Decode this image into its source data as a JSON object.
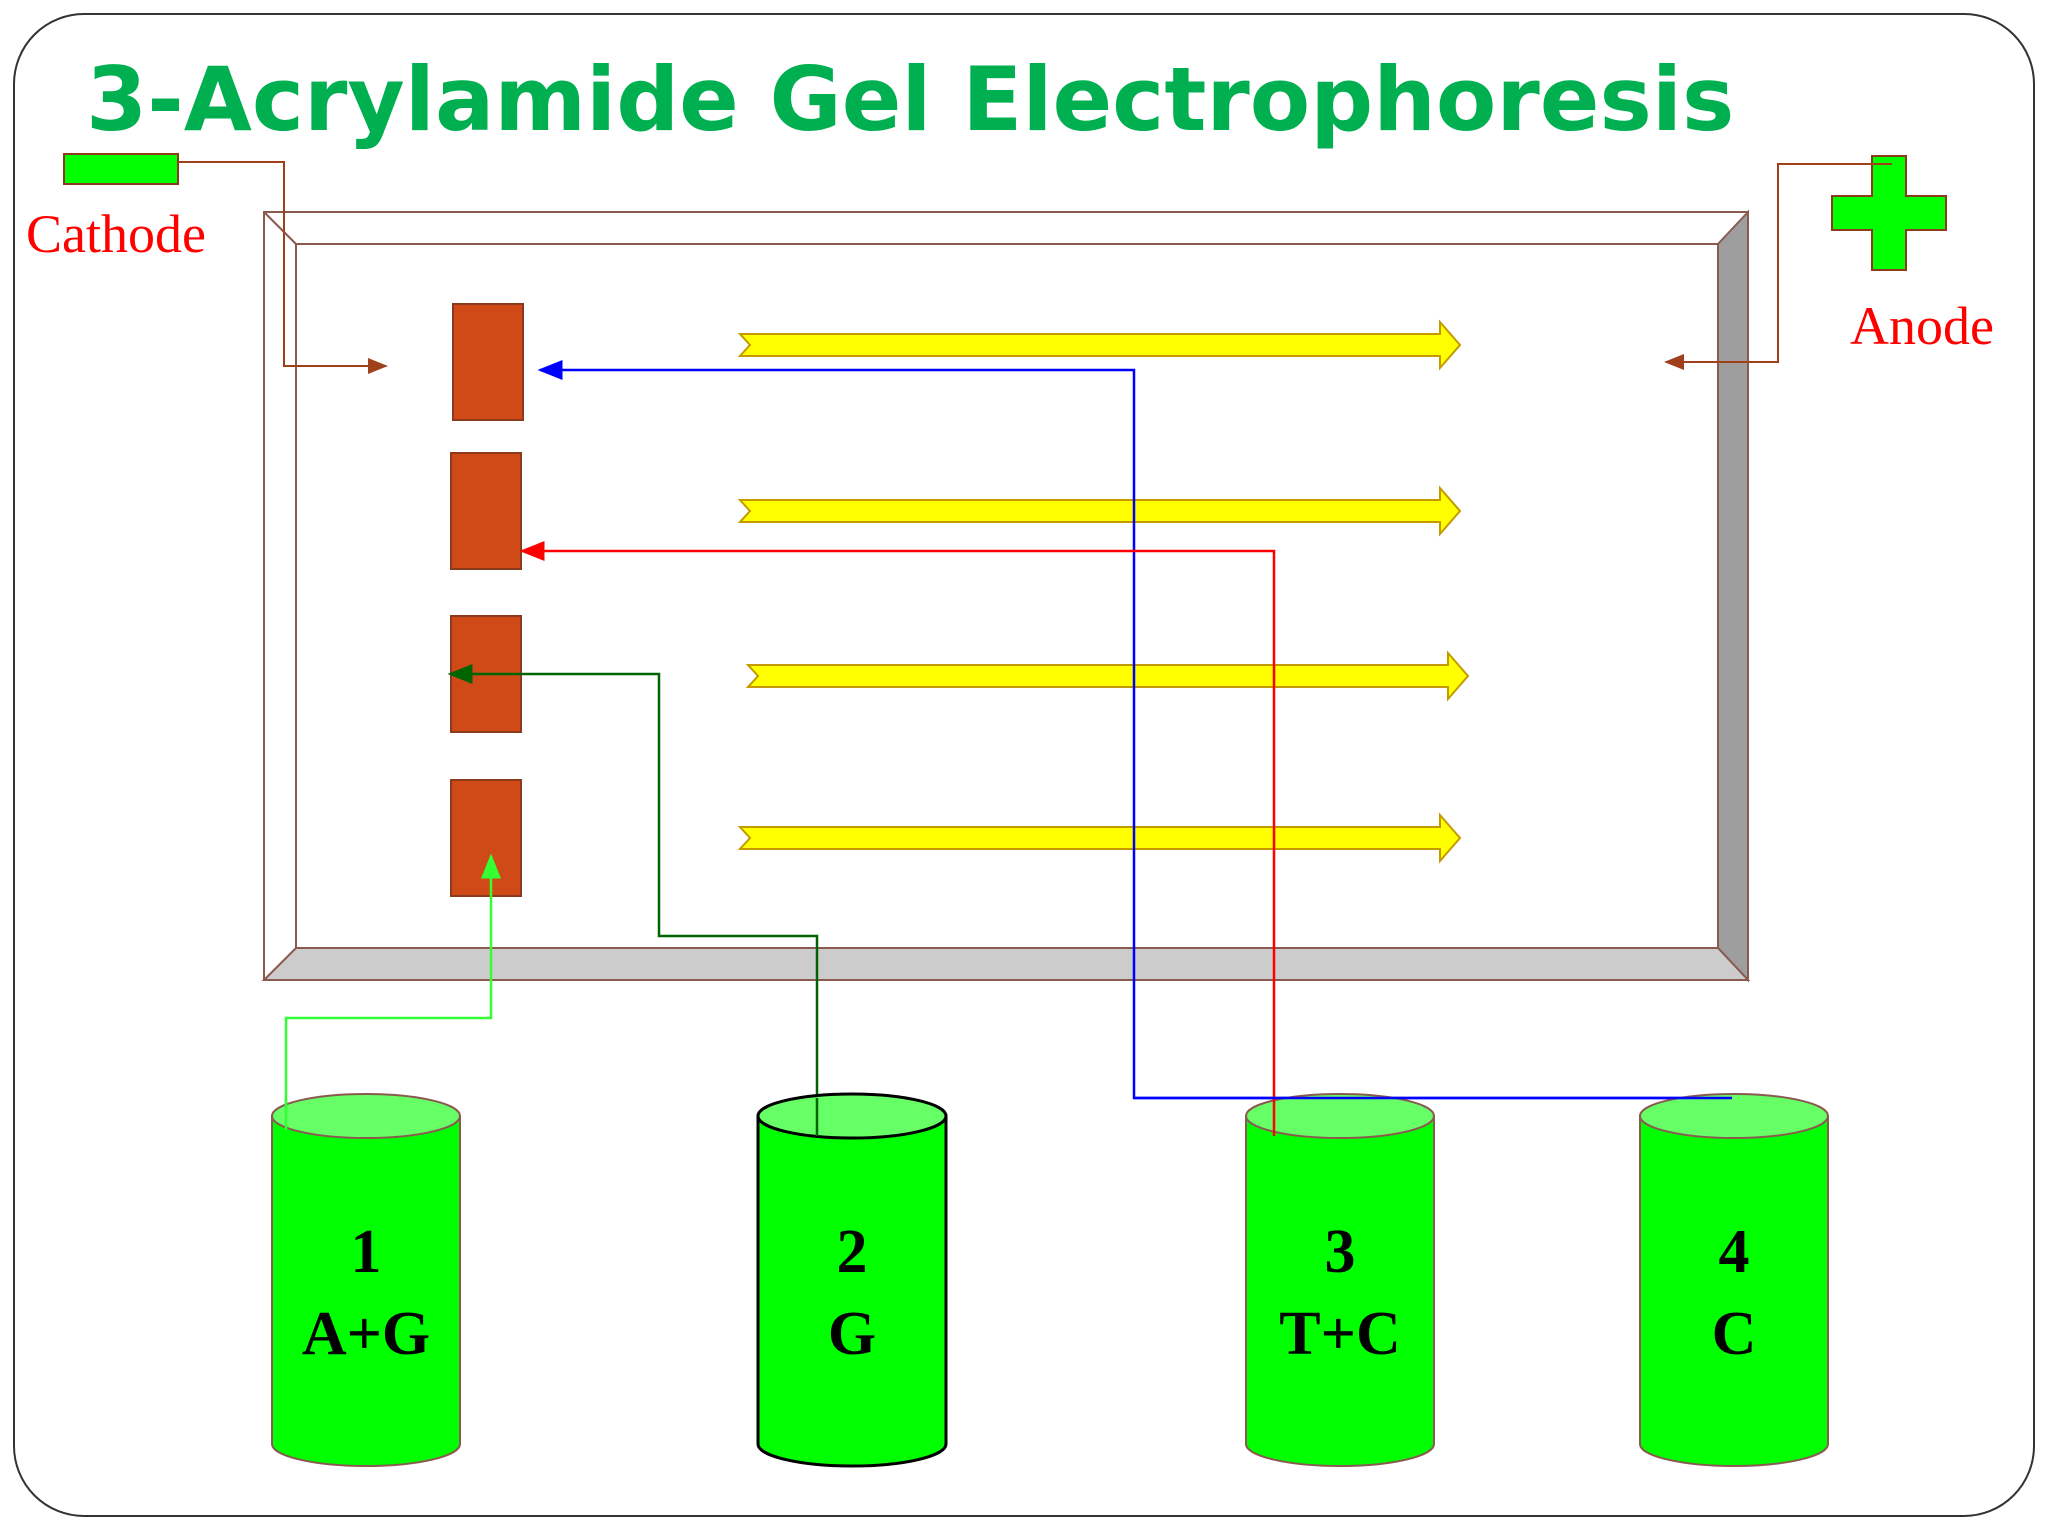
{
  "title": "3-Acrylamide Gel Electrophoresis",
  "cathode_label": "Cathode",
  "anode_label": "Anode",
  "cans": [
    {
      "number": "1",
      "bases": "A+G"
    },
    {
      "number": "2",
      "bases": "G"
    },
    {
      "number": "3",
      "bases": "T+C"
    },
    {
      "number": "4",
      "bases": "C"
    }
  ],
  "colors": {
    "title": "#00b050",
    "electrode": "#00ff00",
    "label": "#ff0000",
    "well": "#d04a17",
    "arrow": "#ffff00",
    "lane1_line": "#33ff33",
    "lane2_line": "#006400",
    "lane3_line": "#ff0000",
    "lane4_line": "#0000ff"
  }
}
